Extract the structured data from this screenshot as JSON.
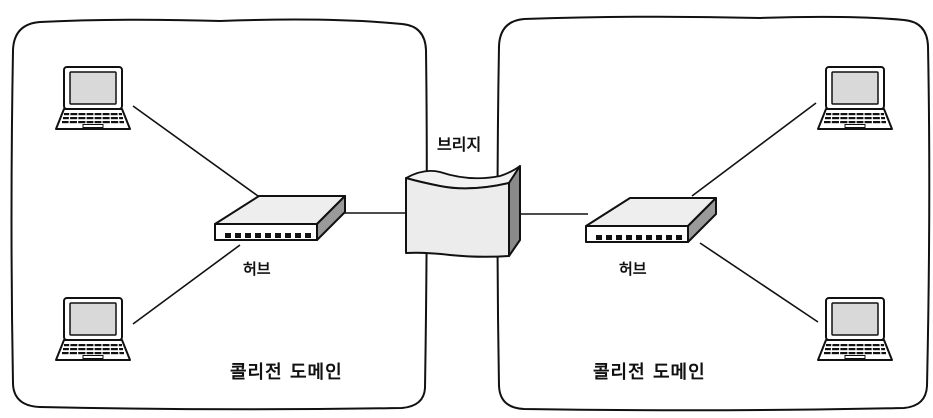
{
  "labels": {
    "bridge": "브리지",
    "hub_left": "허브",
    "hub_right": "허브",
    "domain_left": "콜리전 도메인",
    "domain_right": "콜리전 도메인"
  },
  "icons": {
    "laptop": "laptop-icon",
    "hub": "hub-icon",
    "bridge": "bridge-icon"
  },
  "colors": {
    "stroke": "#111111",
    "bridge_fill": "#ececec",
    "bridge_side": "#8a8a8a",
    "laptop_screen": "#d9d9d9"
  }
}
